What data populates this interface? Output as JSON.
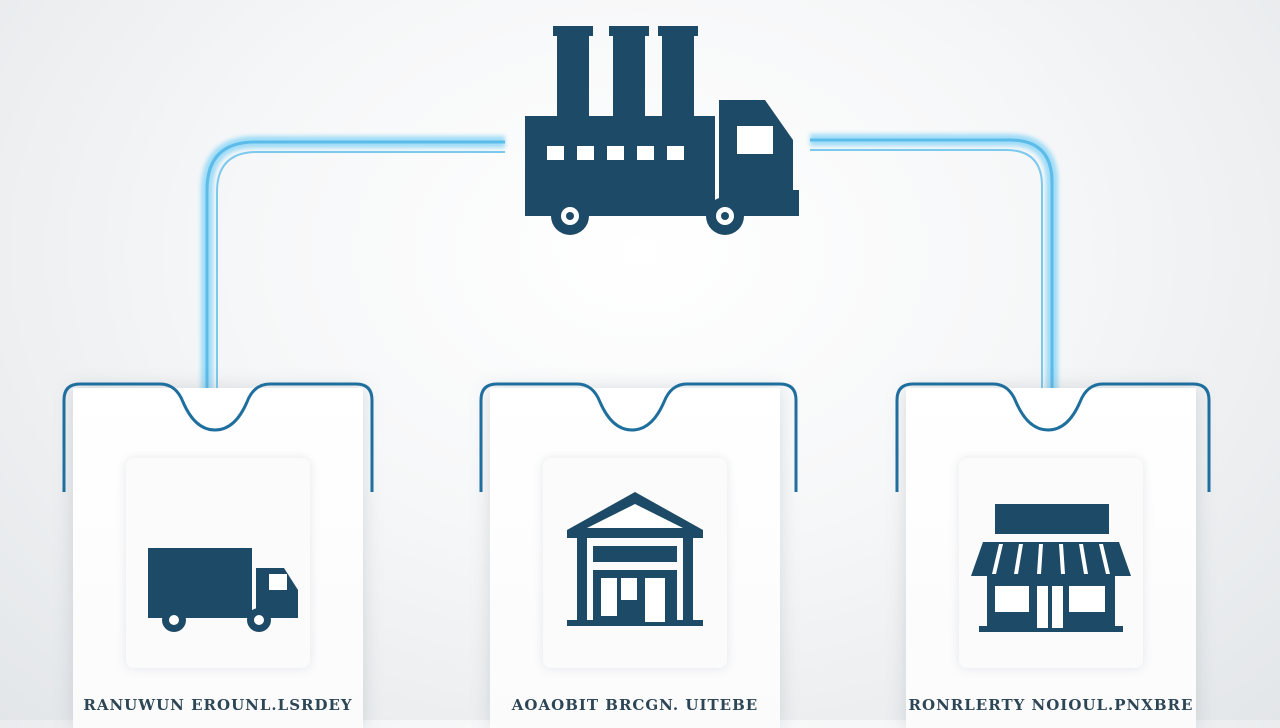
{
  "source_node": {
    "icon": "factory-truck-icon"
  },
  "nodes": [
    {
      "icon": "delivery-truck-icon",
      "label": "RANUWUN  EROUNL.LSRDEY"
    },
    {
      "icon": "warehouse-icon",
      "label": "AOAOBIT  BRCGN. UITEBE"
    },
    {
      "icon": "store-icon",
      "label": "RONRLERTY  NOIOUL.PNXBRE"
    }
  ],
  "colors": {
    "icon": "#1d4a66",
    "connector": "#4db3e6",
    "connector_glow": "#9fdcf7"
  }
}
